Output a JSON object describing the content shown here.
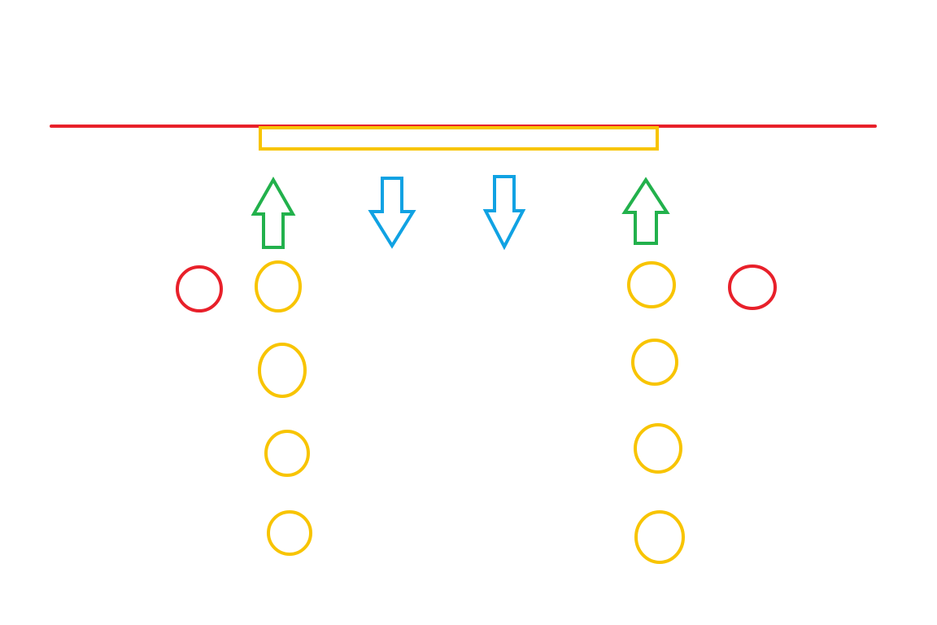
{
  "colors": {
    "background": "#ffffff",
    "red": "#e8202a",
    "yellow": "#f8c400",
    "green": "#22b14c",
    "blue": "#10a2e3"
  },
  "diagram": {
    "line": {
      "name": "red-line",
      "color": "red"
    },
    "bar": {
      "name": "yellow-rectangle",
      "color": "yellow"
    },
    "arrows": [
      {
        "name": "green-up-arrow-left",
        "direction": "up",
        "color": "green"
      },
      {
        "name": "blue-down-arrow-left",
        "direction": "down",
        "color": "blue"
      },
      {
        "name": "blue-down-arrow-right",
        "direction": "down",
        "color": "blue"
      },
      {
        "name": "green-up-arrow-right",
        "direction": "up",
        "color": "green"
      }
    ],
    "circles": [
      {
        "name": "red-circle-left",
        "color": "red"
      },
      {
        "name": "yellow-circle-left-1",
        "color": "yellow"
      },
      {
        "name": "yellow-circle-left-2",
        "color": "yellow"
      },
      {
        "name": "yellow-circle-left-3",
        "color": "yellow"
      },
      {
        "name": "yellow-circle-left-4",
        "color": "yellow"
      },
      {
        "name": "yellow-circle-right-1",
        "color": "yellow"
      },
      {
        "name": "yellow-circle-right-2",
        "color": "yellow"
      },
      {
        "name": "yellow-circle-right-3",
        "color": "yellow"
      },
      {
        "name": "yellow-circle-right-4",
        "color": "yellow"
      },
      {
        "name": "red-circle-right",
        "color": "red"
      }
    ]
  }
}
